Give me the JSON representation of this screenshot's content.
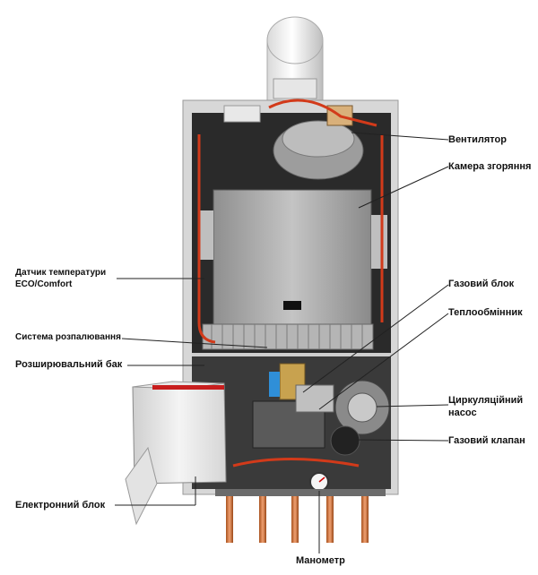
{
  "diagram": {
    "labels": {
      "fan": "Вентилятор",
      "combustion_chamber": "Камера згоряння",
      "eco_sensor": [
        "Датчик температури",
        "ECO/Comfort"
      ],
      "gas_block": "Газовий блок",
      "heat_exchanger": "Теплообмінник",
      "ignition_system": "Система розпалювання",
      "expansion_tank": "Розширювальний бак",
      "circulation_pump": [
        "Циркуляційний",
        "насос"
      ],
      "gas_valve": "Газовий клапан",
      "electronic_block": "Електронний блок",
      "manometer": "Манометр"
    }
  }
}
